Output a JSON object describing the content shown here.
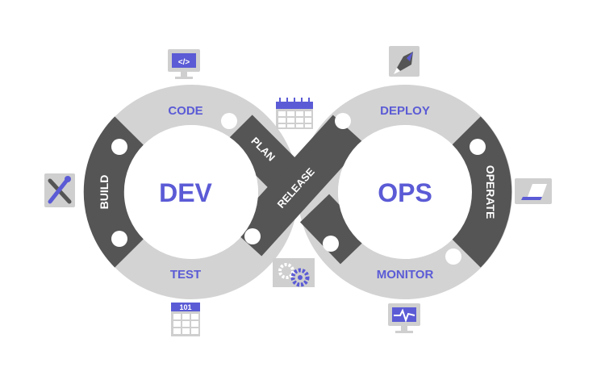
{
  "diagram": {
    "left_title": "DEV",
    "right_title": "OPS",
    "stages": {
      "code": "CODE",
      "plan": "PLAN",
      "build": "BUILD",
      "test": "TEST",
      "release": "RELEASE",
      "deploy": "DEPLOY",
      "operate": "OPERATE",
      "monitor": "MONITOR"
    },
    "test_icon_text": "101",
    "code_icon_text": "</>"
  },
  "colors": {
    "accent": "#5b5bd6",
    "ring_light": "#d3d3d3",
    "ring_dark": "#555555",
    "icon_bg": "#cfcfcf"
  }
}
